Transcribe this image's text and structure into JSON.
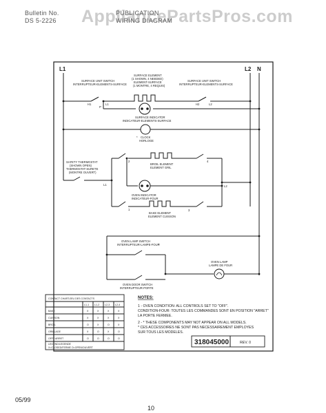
{
  "header": {
    "left_line1": "Bulletin No.",
    "left_line2": "DS 5-2226",
    "center_line1": "PUBLICATION",
    "center_line2": "WIRING DIAGRAM"
  },
  "watermark": "AppliancePartsPros.com",
  "diagram": {
    "lines": {
      "l1": "L1",
      "l2": "L2",
      "n": "N"
    },
    "labels": {
      "surface_switch_left_1": "SURFACE UNIT SWITCH",
      "surface_switch_left_2": "INTERRUPTEUR-ELEMENTS-SURFACE",
      "surface_element_1": "SURFACE ELEMENT",
      "surface_element_2": "(1 SHOWN, 4 NEEDED)",
      "surface_element_3": "ELEMENT-SURFACE",
      "surface_element_4": "(1 MONTRE, 4 REQUIS)",
      "surface_switch_right_1": "SURFACE UNIT SWITCH",
      "surface_switch_right_2": "INTERRUPTEUR-ELEMENTS-SURFACE",
      "h1": "H1",
      "p": "P",
      "l1_term": "L1",
      "h2": "H2",
      "l2_term": "L2",
      "surface_indicator_1": "SURFACE INDICATOR",
      "surface_indicator_2": "INDICATEUR-ELEMENTS-SURFACE",
      "clock_1": "CLOCK",
      "clock_2": "HORLOGE",
      "safety_thermostat_1": "SAFETY THERMOSTAT",
      "safety_thermostat_2": "(SHOWN OPEN)",
      "safety_thermostat_3": "THERMOSTAT-SURETE",
      "safety_thermostat_4": "(MONTRE OUVERT)",
      "broil_element_1": "BROIL ELEMENT",
      "broil_element_2": "ELEMENT GRIL",
      "oven_indicator_1": "OVEN INDICATOR",
      "oven_indicator_2": "INDICATEUR-FOUR",
      "bake_element_1": "BAKE ELEMENT",
      "bake_element_2": "ELEMENT CUISSON",
      "term_2": "2",
      "term_1": "1",
      "term_3": "3",
      "term_4": "4",
      "term_l1": "L1",
      "term_l2": "L2",
      "oven_lamp_switch_1": "OVEN LAMP SWITCH",
      "oven_lamp_switch_2": "INTERRUPTEUR-LAMPE-FOUR",
      "oven_lamp_1": "OVEN LAMP",
      "oven_lamp_2": "LAMPE DE FOUR",
      "oven_door_switch_1": "OVEN DOOR SWITCH",
      "oven_door_switch_2": "INTERRUPTEUR-PORTE",
      "asterisk": "*"
    }
  },
  "contact_chart": {
    "title": "CONTACT CHART/JEU DES CONTACTS",
    "columns": [
      "L1-1",
      "L1-2",
      "L2-3",
      "L2-4"
    ],
    "rows": [
      {
        "label": "BAKE",
        "values": [
          "X",
          "X",
          "X",
          "X"
        ]
      },
      {
        "label": "CUISSON",
        "values": [
          "X",
          "X",
          "X",
          "X"
        ]
      },
      {
        "label": "BROIL",
        "values": [
          "O",
          "X",
          "O",
          "X"
        ]
      },
      {
        "label": "GRILLAGE",
        "values": [
          "X",
          "O",
          "X",
          "O"
        ]
      },
      {
        "label": "OFF / ARRET",
        "values": [
          "O",
          "O",
          "O",
          "O"
        ]
      }
    ],
    "legend_title": "LEGEND/LEGENDE",
    "legend_text": "X=CLOSED/FERME   O=OPEN/OUVERT"
  },
  "notes": {
    "title": "NOTES:",
    "items": [
      "1 - OVEN CONDITION: ALL CONTROLS SET TO \"OFF\".",
      "     CONDITION-FOUR: TOUTES LES COMMANDES SONT EN POSITION \"ARRET\"",
      "                              LA PORTE FERMEE.",
      "2 - * THESE COMPONENTS MAY NOT APPEAR ON ALL MODELS.",
      "     * CES ACCESSOIRES NE SONT PAS NECESSAIREMENT EMPLOYES",
      "       SUR TOUS LES MODELES."
    ]
  },
  "part_number": "318045000",
  "revision": "REV. 0",
  "footer": {
    "date": "05/99",
    "page": "10"
  }
}
